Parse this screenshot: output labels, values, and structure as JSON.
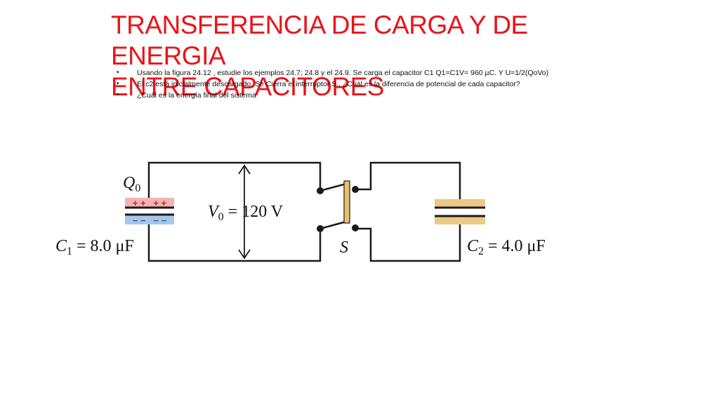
{
  "slide": {
    "title_line1": "TRANSFERENCIA DE CARGA Y DE ENERGIA",
    "title_line2": "ENTRE CAPACITORES",
    "bullets": [
      "Usando la figura 24.12 ,  estudie  los ejemplos  24.7;  24.8 y el  24.9. Se carga el capacitor C1 Q1=C1V= 960 µC. Y U=1/2(QoVo)",
      " El c2 está inicialmente descargado. Se Cierra el interruptor S., ¿Cuál es la diferencia de potencial de cada capacitor?",
      "¿Cuál es la energía final del sistema"
    ]
  },
  "circuit": {
    "q0_label": "Q",
    "q0_sub": "0",
    "c1_label": "C",
    "c1_sub": "1",
    "c1_value": " = 8.0 μF",
    "v0_label": "V",
    "v0_sub": "0",
    "v0_value": " = 120 V",
    "switch_label": "S",
    "c2_label": "C",
    "c2_sub": "2",
    "c2_value": " = 4.0 μF",
    "plus_signs": "+ +   + +",
    "minus_signs": "− −   − −",
    "colors": {
      "title": "#e8141b",
      "positive_band": "#f2b3b3",
      "negative_band": "#a9c6ea",
      "c2_band": "#ecc985",
      "switch_blade": "#e8c170",
      "wire": "#1a1a1a"
    }
  }
}
